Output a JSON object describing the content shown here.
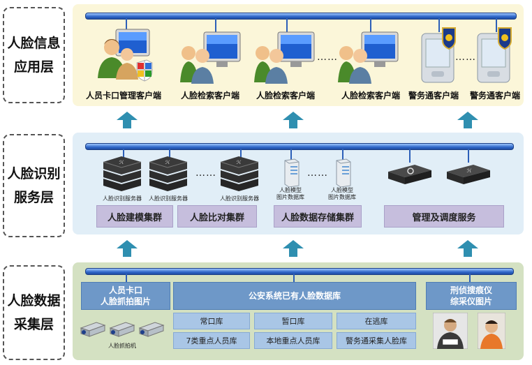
{
  "layers": {
    "application": {
      "line1": "人脸信息",
      "line2": "应用层"
    },
    "service": {
      "line1": "人脸识别",
      "line2": "服务层"
    },
    "collection": {
      "line1": "人脸数据",
      "line2": "采集层"
    }
  },
  "application_layer": {
    "clients": [
      "人员卡口管理客户端",
      "人脸检索客户端",
      "人脸检索客户端",
      "人脸检索客户端",
      "警务通客户端",
      "警务通客户端"
    ],
    "ellipsis": "……"
  },
  "service_layer": {
    "server_labels": [
      "人脸识别服务器",
      "人脸识别服务器",
      "人脸识别服务器"
    ],
    "storage_labels": [
      "人脸模型\n图片数据库",
      "人脸模型\n图片数据库"
    ],
    "ellipsis": "……",
    "groups": [
      "人脸建模集群",
      "人脸比对集群",
      "人脸数据存储集群",
      "管理及调度服务"
    ]
  },
  "collection_layer": {
    "checkpoint_box": "人员卡口\n人脸抓拍图片",
    "police_db_box": "公安系统已有人脸数据库",
    "criminal_box": "刑侦搜痕仪\n综采仪图片",
    "db_items": [
      "常口库",
      "暂口库",
      "在逃库",
      "7类重点人员库",
      "本地重点人员库",
      "警务通采集人脸库"
    ],
    "camera_label": "人脸抓拍机"
  },
  "colors": {
    "app_panel": "#fbf6d9",
    "service_panel": "#e1eef7",
    "collection_panel": "#d4e1c2",
    "arrow": "#2f8fb0"
  }
}
